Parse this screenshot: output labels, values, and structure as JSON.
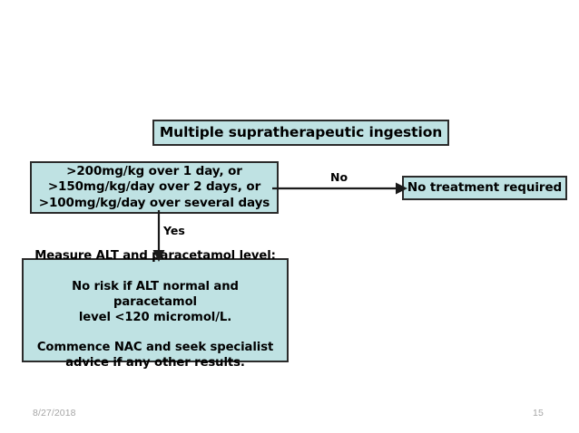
{
  "slide": {
    "background_color": "#ffffff",
    "node_fill_color": "#bfe2e3",
    "node_border_color": "#2b2b2b",
    "text_color": "#000000",
    "footer_text_color": "#a6a6a6"
  },
  "flowchart": {
    "title_node": {
      "label": "Multiple supratherapeutic ingestion"
    },
    "criteria_node": {
      "label": ">200mg/kg over 1 day, or\n>150mg/kg/day over 2 days, or\n>100mg/kg/day over several days"
    },
    "no_treatment_node": {
      "label": "No treatment required"
    },
    "action_node": {
      "label": "Measure ALT and paracetamol level:\n\nNo risk if ALT normal and paracetamol\nlevel <120 micromol/L.\n\nCommence NAC and seek specialist\nadvice if any other results."
    },
    "edges": {
      "no_label": "No",
      "yes_label": "Yes"
    }
  },
  "footer": {
    "date": "8/27/2018",
    "slide_number": "15"
  }
}
